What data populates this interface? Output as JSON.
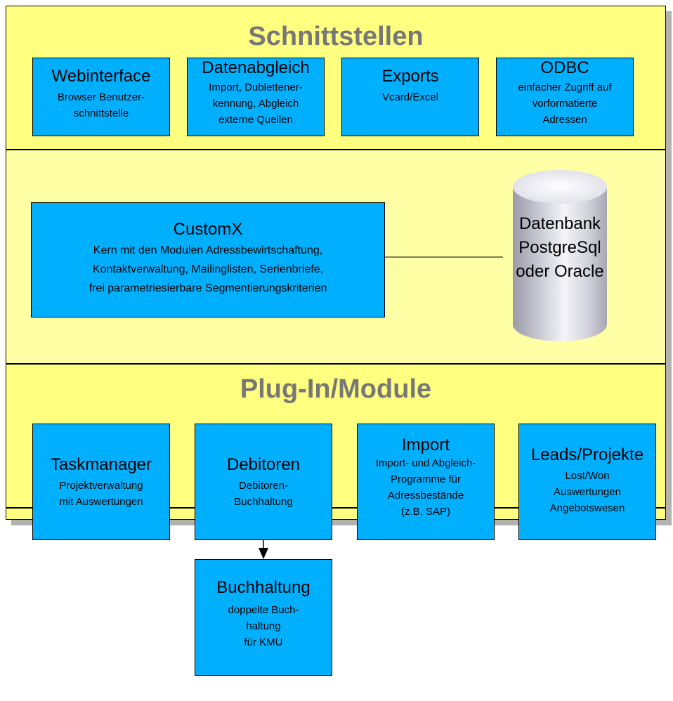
{
  "sections": {
    "top_title": "Schnittstellen",
    "bottom_title": "Plug-In/Module"
  },
  "top_boxes": [
    {
      "title": "Webinterface",
      "desc": "Browser Benutzer-\nschnittstelle"
    },
    {
      "title": "Datenabgleich",
      "desc": "Import, Dublettener-\nkennung, Abgleich\nexterne Quellen"
    },
    {
      "title": "Exports",
      "desc": "Vcard/Excel"
    },
    {
      "title": "ODBC",
      "desc": "einfacher Zugriff auf\nvorformatierte\nAdressen"
    }
  ],
  "core": {
    "title": "CustomX",
    "desc": "Kern mit den Modulen Adressbewirtschaftung,\nKontaktverwaltung, Mailinglisten, Serienbriefe,\nfrei parametriesierbare Segmentierungskriterien"
  },
  "database": {
    "label": "Datenbank\nPostgreSql\noder Oracle"
  },
  "bottom_boxes": [
    {
      "title": "Taskmanager",
      "desc": "Projektverwaltung\nmit Auswertungen"
    },
    {
      "title": "Debitoren",
      "desc": "Debitoren-\nBuchhaltung"
    },
    {
      "title": "Import",
      "desc": "Import- und Abgleich-\nProgramme für\nAdressbestände\n(z.B. SAP)"
    },
    {
      "title": "Leads/Projekte",
      "desc": "Lost/Won\nAuswertungen\nAngebotswesen"
    }
  ],
  "accounting": {
    "title": "Buchhaltung",
    "desc": "doppelte Buch-\nhaltung\nfür KMU"
  },
  "colors": {
    "band": "#ffff80",
    "box": "#00b0ff",
    "title": "#777777"
  }
}
